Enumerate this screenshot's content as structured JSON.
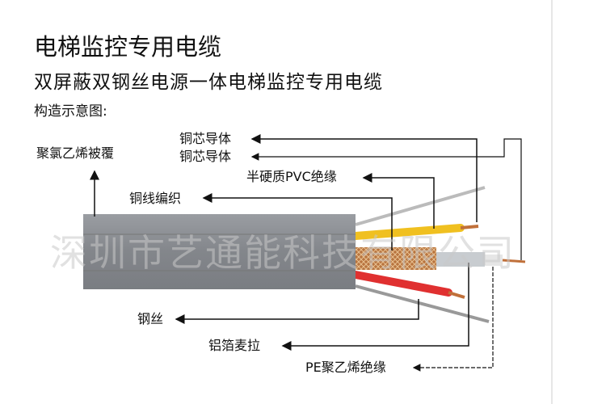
{
  "title": "电梯监控专用电缆",
  "subtitle": "双屏蔽双钢丝电源一体电梯监控专用电缆",
  "structure_label": "构造示意图:",
  "labels": {
    "copper_core_1": "铜芯导体",
    "copper_core_2": "铜芯导体",
    "pvc_insulation": "半硬质PVC绝缘",
    "copper_braid": "铜线编织",
    "pvc_sheath": "聚氯乙烯被覆",
    "steel_wire": "钢丝",
    "aluminum_mylar": "铝箔麦拉",
    "pe_insulation": "PE聚乙烯绝缘"
  },
  "watermark": "深圳市艺通能科技有限公司",
  "colors": {
    "sheath": "#8a8d92",
    "yellow_wire": "#f0c020",
    "red_wire": "#e03030",
    "copper": "#c0703a"
  }
}
